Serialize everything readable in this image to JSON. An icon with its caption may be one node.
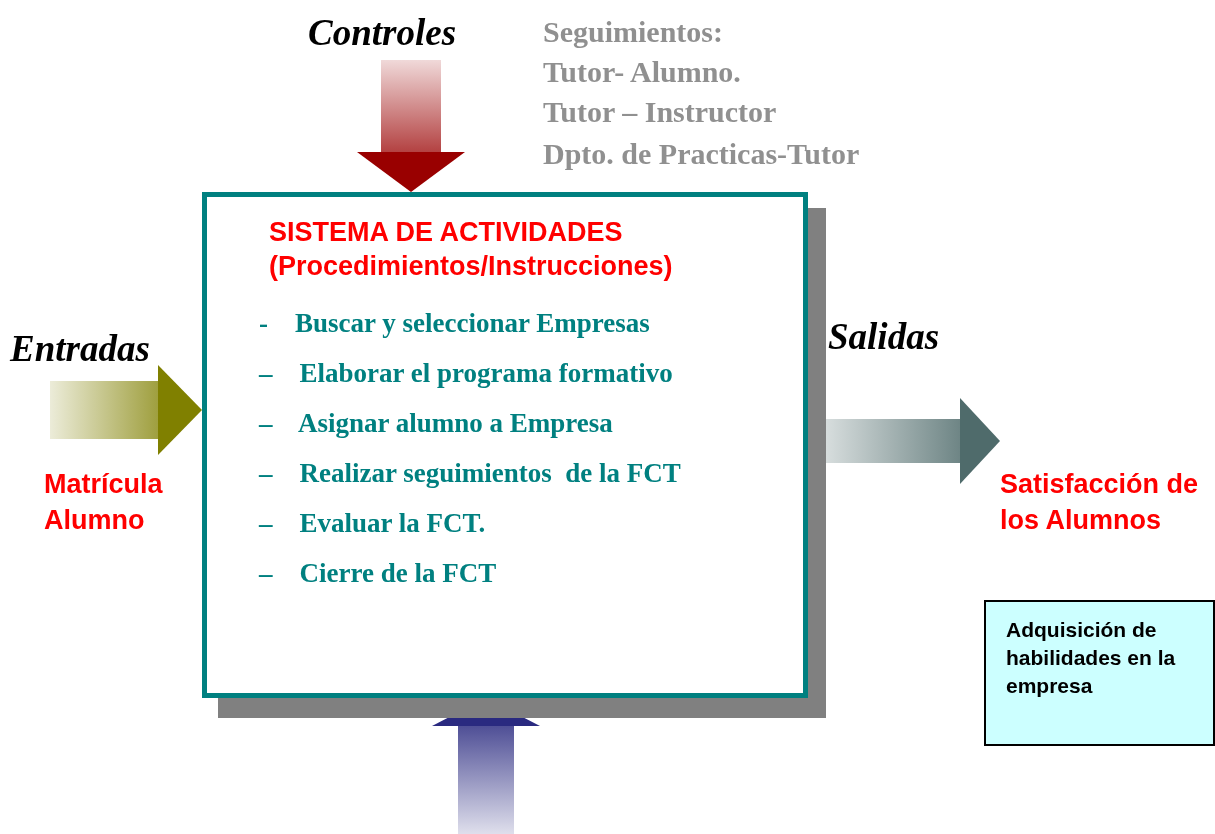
{
  "diagram": {
    "nodes": [
      {
        "text": [
          "SISTEMA DE ACTIVIDADES (Procedimientos/Instrucciones)",
          "-    Buscar y seleccionar Empresas",
          "‒    Elaborar el programa formativo",
          "‒    Asignar alumno a Empresa",
          "‒    Realizar seguimientos  de la FCT",
          "‒    Evaluar la FCT.",
          "‒    Cierre de la FCT"
        ]
      },
      {
        "text": [
          "Satisfacción de los Alumnos"
        ]
      },
      {
        "text": [
          "Adquisición de habilidades en la empresa"
        ]
      }
    ],
    "edges": [
      {
        "from": null,
        "to": 0,
        "arrow": "to",
        "label": "Controles",
        "color": "#990000"
      },
      {
        "from": null,
        "to": 0,
        "arrow": "to",
        "label": "Entradas",
        "color": "#808000"
      },
      {
        "from": 0,
        "to": 1,
        "arrow": "to",
        "label": "Salidas",
        "color": "#4f6b6b"
      },
      {
        "from": null,
        "to": 0,
        "arrow": "to",
        "color": "#2a2a80"
      }
    ],
    "labels": [
      "Matrícula Alumno",
      "Seguimientos:",
      "Tutor- Alumno.",
      "Tutor – Instructor",
      "Dpto. de Practicas-Tutor"
    ]
  }
}
